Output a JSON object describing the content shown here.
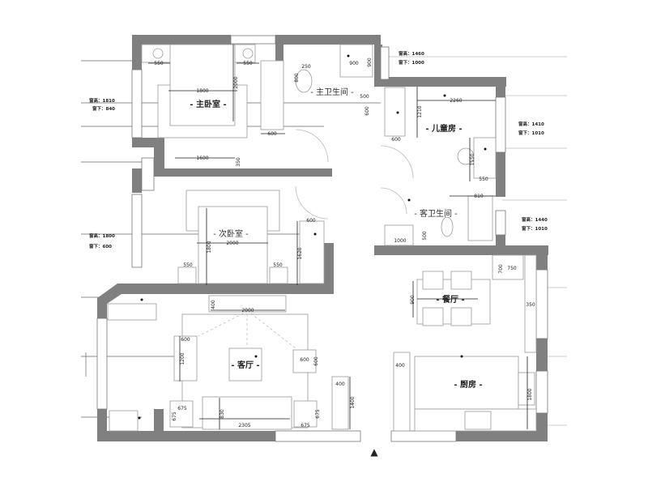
{
  "rooms": {
    "master_bedroom": "- 主卧室 -",
    "master_bath": "- 主卫生间 -",
    "kids_room": "- 儿童房 -",
    "guest_bath": "- 客卫生间 -",
    "second_bedroom": "- 次卧室 -",
    "living_room": "- 客厅 -",
    "dining_room": "- 餐厅 -",
    "kitchen": "- 厨房 -"
  },
  "windows": [
    {
      "height": "窗高：1810",
      "sill": "窗下：840"
    },
    {
      "height": "窗高：1460",
      "sill": "窗下：1000"
    },
    {
      "height": "窗高：1410",
      "sill": "窗下：1010"
    },
    {
      "height": "窗高：1440",
      "sill": "窗下：1010"
    },
    {
      "height": "窗高：1800",
      "sill": "窗下：600"
    }
  ],
  "dims": [
    "550",
    "550",
    "1800",
    "2000",
    "600",
    "250",
    "800",
    "900",
    "900",
    "500",
    "600",
    "1600",
    "350",
    "2260",
    "1210",
    "600",
    "1150",
    "550",
    "810",
    "1000",
    "500",
    "1800",
    "2000",
    "550",
    "550",
    "600",
    "1620",
    "400",
    "2000",
    "600",
    "1200",
    "600",
    "600",
    "675",
    "675",
    "830",
    "2305",
    "675",
    "675",
    "400",
    "1400",
    "750",
    "700",
    "900",
    "350",
    "400",
    "1800"
  ],
  "entrance_marker": "▲"
}
